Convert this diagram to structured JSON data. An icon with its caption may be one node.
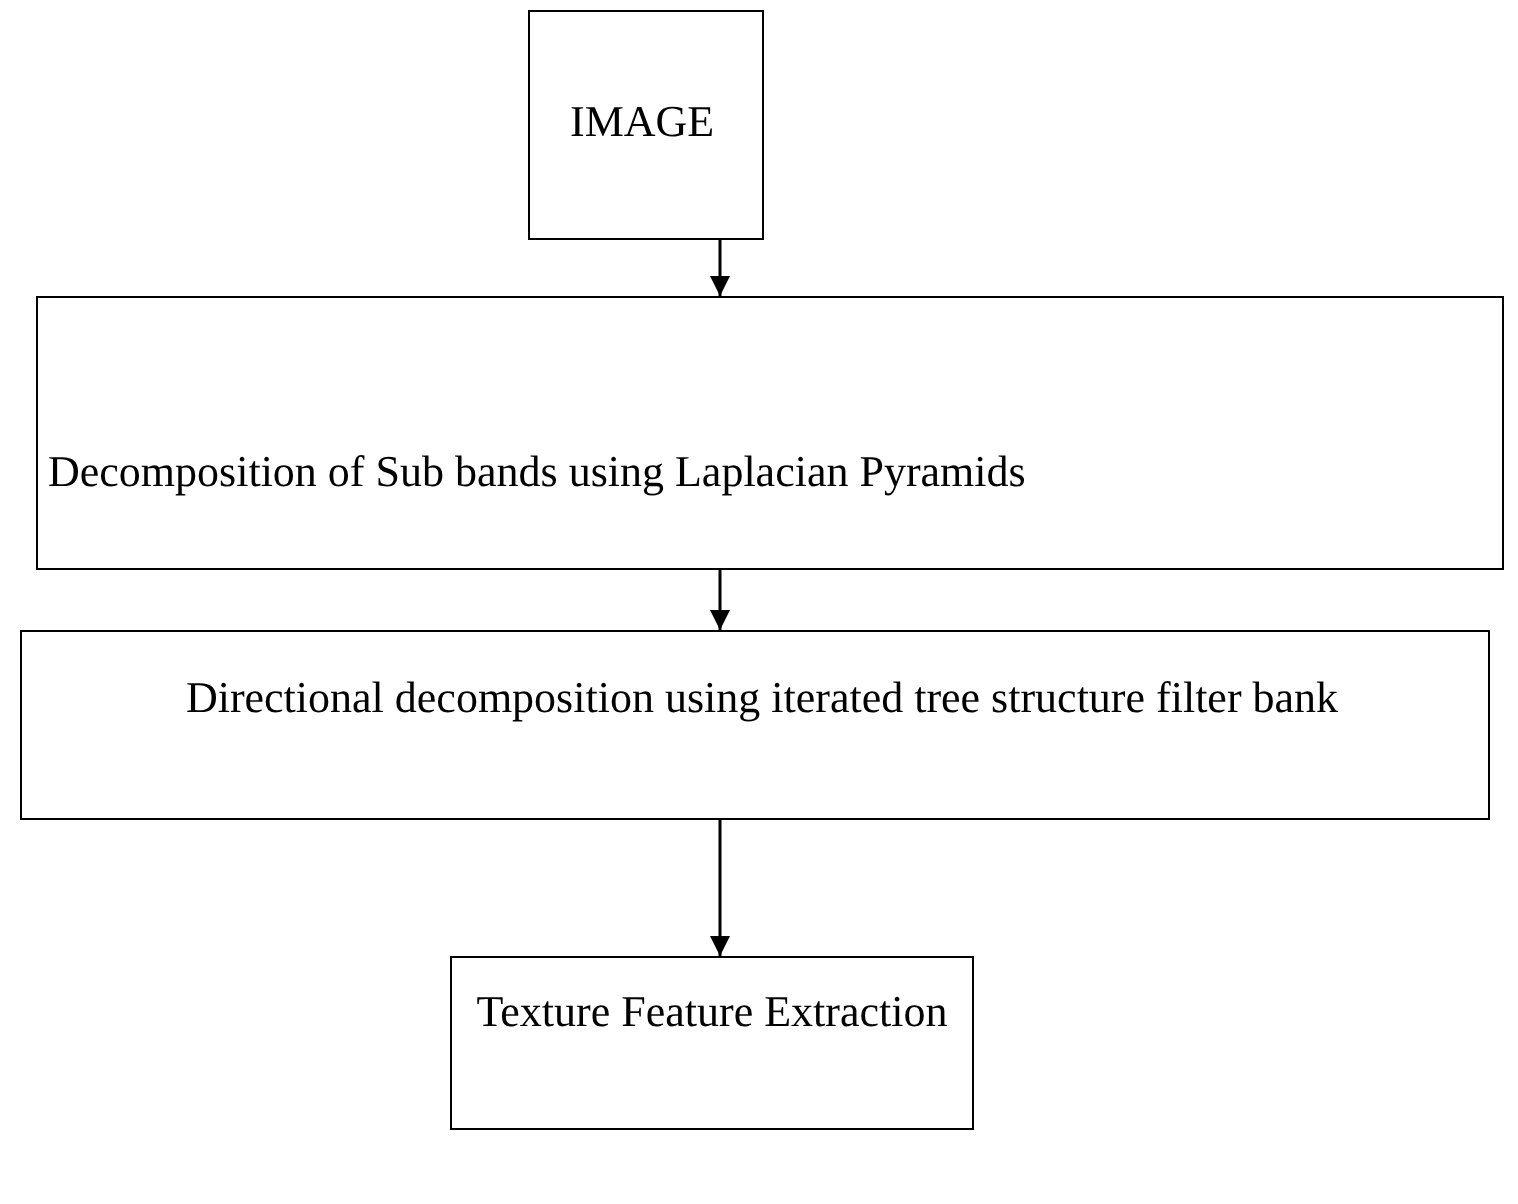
{
  "diagram": {
    "nodes": [
      {
        "text": [
          "IMAGE"
        ]
      },
      {
        "text": [
          "Decomposition of Sub bands using Laplacian Pyramids"
        ]
      },
      {
        "text": [
          "Directional decomposition using iterated tree structure filter bank"
        ]
      },
      {
        "text": [
          "Texture Feature Extraction"
        ]
      }
    ],
    "edges": [
      {
        "from": 0,
        "to": 1,
        "arrow": "to"
      },
      {
        "from": 1,
        "to": 2,
        "arrow": "to"
      },
      {
        "from": 2,
        "to": 3,
        "arrow": "to"
      }
    ]
  }
}
